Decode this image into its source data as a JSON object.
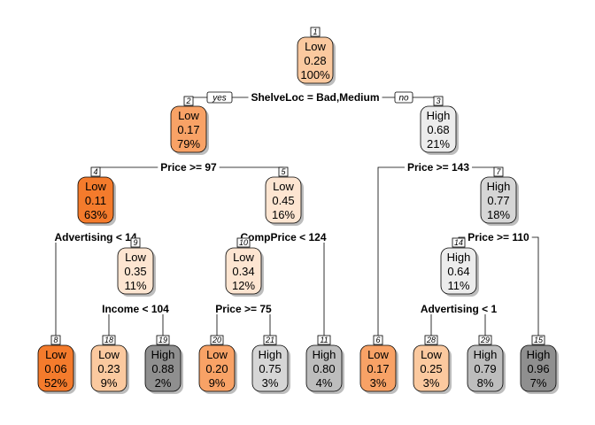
{
  "tree": {
    "edge_labels": {
      "yes": "yes",
      "no": "no"
    },
    "colors": {
      "low_dark": "#f47b2c",
      "low_mid": "#f8a266",
      "low_light": "#fbc99f",
      "low_pale": "#fde5d1",
      "high_pale": "#ececec",
      "high_light": "#d6d6d6",
      "high_mid": "#bdbdbd",
      "high_dark": "#8f8f8f"
    },
    "nodes": [
      {
        "id": "1",
        "class": "Low",
        "prob": "0.28",
        "pct": "100%",
        "fill": "low_light"
      },
      {
        "id": "2",
        "class": "Low",
        "prob": "0.17",
        "pct": "79%",
        "fill": "low_mid"
      },
      {
        "id": "3",
        "class": "High",
        "prob": "0.68",
        "pct": "21%",
        "fill": "high_pale"
      },
      {
        "id": "4",
        "class": "Low",
        "prob": "0.11",
        "pct": "63%",
        "fill": "low_dark"
      },
      {
        "id": "5",
        "class": "Low",
        "prob": "0.45",
        "pct": "16%",
        "fill": "low_pale"
      },
      {
        "id": "7",
        "class": "High",
        "prob": "0.77",
        "pct": "18%",
        "fill": "high_light"
      },
      {
        "id": "9",
        "class": "Low",
        "prob": "0.35",
        "pct": "11%",
        "fill": "low_pale"
      },
      {
        "id": "10",
        "class": "Low",
        "prob": "0.34",
        "pct": "12%",
        "fill": "low_pale"
      },
      {
        "id": "14",
        "class": "High",
        "prob": "0.64",
        "pct": "11%",
        "fill": "high_pale"
      },
      {
        "id": "8",
        "class": "Low",
        "prob": "0.06",
        "pct": "52%",
        "fill": "low_dark"
      },
      {
        "id": "18",
        "class": "Low",
        "prob": "0.23",
        "pct": "9%",
        "fill": "low_light"
      },
      {
        "id": "19",
        "class": "High",
        "prob": "0.88",
        "pct": "2%",
        "fill": "high_dark"
      },
      {
        "id": "20",
        "class": "Low",
        "prob": "0.20",
        "pct": "9%",
        "fill": "low_mid"
      },
      {
        "id": "21",
        "class": "High",
        "prob": "0.75",
        "pct": "3%",
        "fill": "high_light"
      },
      {
        "id": "11",
        "class": "High",
        "prob": "0.80",
        "pct": "4%",
        "fill": "high_mid"
      },
      {
        "id": "6",
        "class": "Low",
        "prob": "0.17",
        "pct": "3%",
        "fill": "low_mid"
      },
      {
        "id": "28",
        "class": "Low",
        "prob": "0.25",
        "pct": "3%",
        "fill": "low_light"
      },
      {
        "id": "29",
        "class": "High",
        "prob": "0.79",
        "pct": "8%",
        "fill": "high_mid"
      },
      {
        "id": "15",
        "class": "High",
        "prob": "0.96",
        "pct": "7%",
        "fill": "high_dark"
      }
    ],
    "splits": [
      {
        "node": "1",
        "label": "ShelveLoc = Bad,Medium"
      },
      {
        "node": "2",
        "label": "Price >= 97"
      },
      {
        "node": "3",
        "label": "Price >= 143"
      },
      {
        "node": "4",
        "label": "Advertising < 14"
      },
      {
        "node": "5",
        "label": "CompPrice < 124"
      },
      {
        "node": "7",
        "label": "Price >= 110"
      },
      {
        "node": "9",
        "label": "Income < 104"
      },
      {
        "node": "10",
        "label": "Price >= 75"
      },
      {
        "node": "14",
        "label": "Advertising < 1"
      }
    ]
  }
}
